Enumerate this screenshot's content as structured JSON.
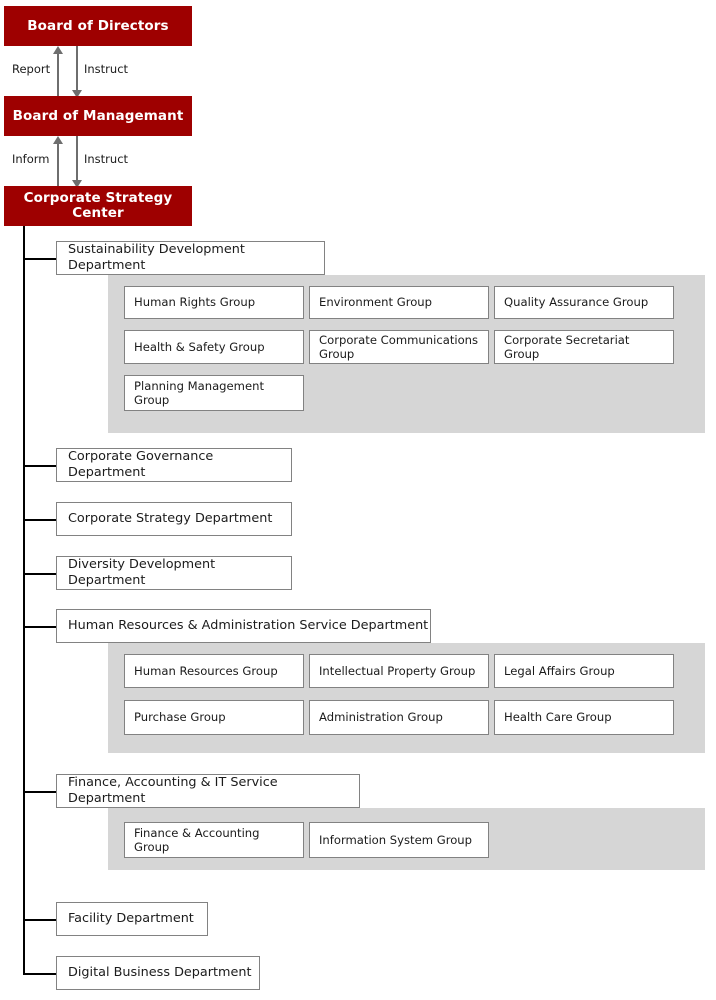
{
  "title": "Corporate Organization Chart",
  "colors": {
    "exec_fill": "#9e0000",
    "exec_text": "#ffffff",
    "panel_gray": "#d6d6d6",
    "box_border": "#828282",
    "line": "#000000",
    "arrow": "#6e6e6e"
  },
  "executive": [
    {
      "label": "Board of Directors"
    },
    {
      "label": "Board of Managemant"
    },
    {
      "label": "Corporate Strategy Center"
    }
  ],
  "connectors": [
    {
      "up_label": "Report",
      "down_label": "Instruct"
    },
    {
      "up_label": "Inform",
      "down_label": "Instruct"
    }
  ],
  "departments": [
    {
      "label": "Sustainability Development Department",
      "groups": [
        "Human Rights Group",
        "Environment Group",
        "Quality Assurance Group",
        "Health & Safety Group",
        "Corporate Communications Group",
        "Corporate Secretariat Group",
        "Planning Management Group"
      ]
    },
    {
      "label": "Corporate Governance Department",
      "groups": []
    },
    {
      "label": "Corporate Strategy Department",
      "groups": []
    },
    {
      "label": "Diversity Development Department",
      "groups": []
    },
    {
      "label": "Human Resources & Administration Service Department",
      "groups": [
        "Human Resources Group",
        "Intellectual Property Group",
        "Legal Affairs Group",
        "Purchase Group",
        "Administration Group",
        "Health Care Group"
      ]
    },
    {
      "label": "Finance, Accounting &  IT Service Department",
      "groups": [
        "Finance & Accounting Group",
        "Information System Group"
      ]
    },
    {
      "label": "Facility Department",
      "groups": []
    },
    {
      "label": "Digital Business Department",
      "groups": []
    }
  ]
}
